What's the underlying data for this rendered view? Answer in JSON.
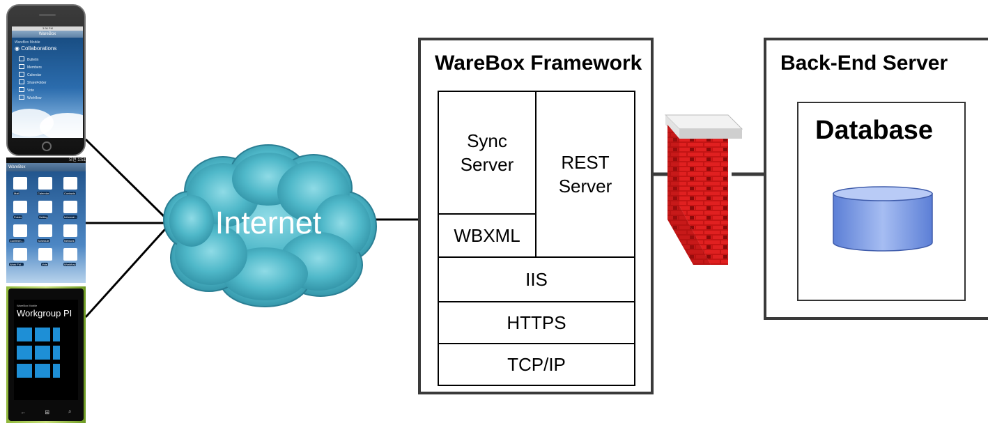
{
  "internet": {
    "label": "Internet"
  },
  "framework": {
    "title": "WareBox Framework",
    "components": {
      "sync_server": "Sync\nServer",
      "rest_server": "REST\nServer",
      "wbxml": "WBXML",
      "iis": "IIS",
      "https": "HTTPS",
      "tcpip": "TCP/IP"
    }
  },
  "backend": {
    "title": "Back-End Server",
    "database_title": "Database"
  },
  "devices": {
    "iphone": {
      "app_title": "WareBox",
      "status_time": "3:36 PM",
      "subtitle": "WareBox Mobile",
      "heading": "Collaborations",
      "menu": [
        "Bulletin",
        "Members",
        "Calendar",
        "ShareFolder",
        "Vote",
        "Workflow"
      ]
    },
    "android": {
      "app_title": "WareBox",
      "status_time": "오전 1:51",
      "tiles": [
        "Mail",
        "Calendar",
        "Contacts",
        "Folder",
        "Setting",
        "Informat...",
        "Conferen...",
        "Schedule",
        "Network",
        "Work Fol...",
        "Vote",
        "Workflow"
      ]
    },
    "windows_phone": {
      "subtitle": "WareBox Mobile",
      "heading": "Workgroup PI"
    }
  },
  "colors": {
    "cloud": "#4fb8c9",
    "firewall_brick": "#d01818",
    "database_cylinder": "#7f9ee6",
    "frame_border": "#3a3a3a"
  }
}
